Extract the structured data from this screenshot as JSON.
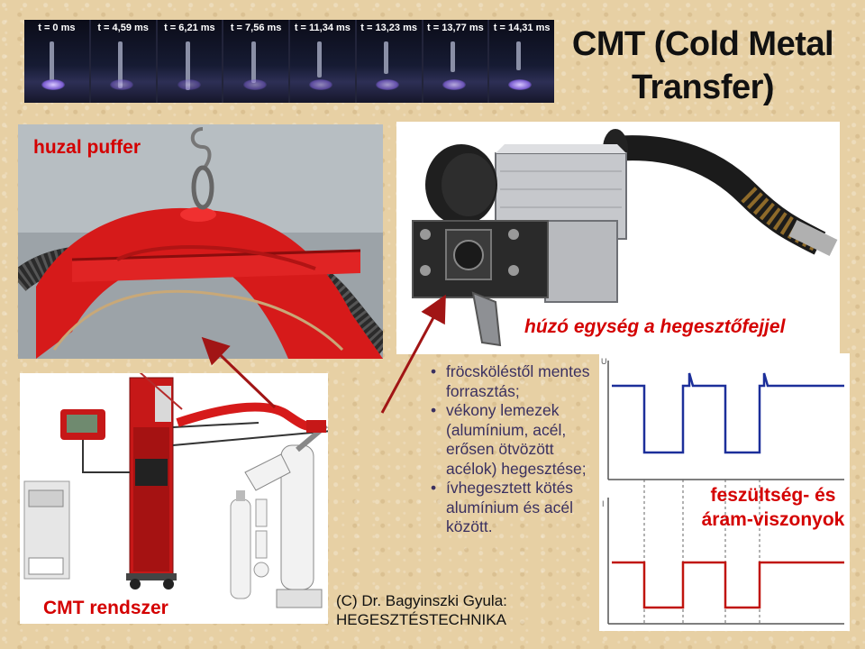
{
  "title": "CMT (Cold Metal Transfer)",
  "frames": [
    {
      "time": "t = 0 ms"
    },
    {
      "time": "t = 4,59 ms"
    },
    {
      "time": "t = 6,21 ms"
    },
    {
      "time": "t = 7,56 ms"
    },
    {
      "time": "t = 11,34 ms"
    },
    {
      "time": "t = 13,23 ms"
    },
    {
      "time": "t = 13,77 ms"
    },
    {
      "time": "t = 14,31 ms"
    }
  ],
  "labels": {
    "wire_buffer": "huzal puffer",
    "torch_caption": "húzó egység a hegesztőfejjel",
    "system": "CMT rendszer",
    "graph": "feszültség- és áram-viszonyok"
  },
  "bullets": [
    "fröcsköléstől mentes forrasztás;",
    "vékony lemezek (alumínium, acél, erősen ötvözött acélok) hegesztése;",
    "ívhegesztett kötés alumínium és acél között."
  ],
  "bullet_symbol": "•",
  "credit": {
    "line1": "(C) Dr. Bagyinszki Gyula:",
    "line2": "HEGESZTÉSTECHNIKA"
  },
  "graph_axes": {
    "top": "U",
    "bottom": "I"
  },
  "colors": {
    "accent_red": "#d40000",
    "voltage_line": "#1c2f9a",
    "current_line": "#c0140e",
    "background": "#e7d0a4"
  }
}
